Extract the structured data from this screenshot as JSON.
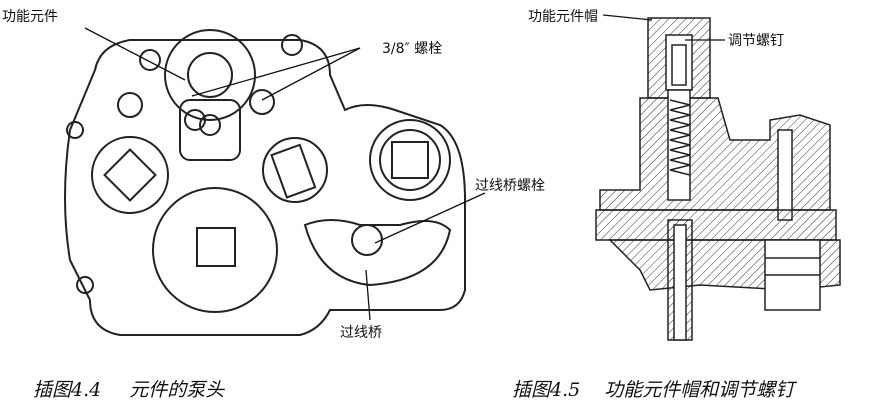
{
  "figure_left": {
    "labels": {
      "function_element": "功能元件",
      "bolts": "3/8″ 螺栓",
      "bridge_bolt": "过线桥螺栓",
      "bridge": "过线桥"
    },
    "caption_number": "插图4.4",
    "caption_text": "元件的泵头"
  },
  "figure_right": {
    "labels": {
      "cap": "功能元件帽",
      "adjust_screw": "调节螺钉"
    },
    "caption_number": "插图4.5",
    "caption_text": "功能元件帽和调节螺钉"
  }
}
